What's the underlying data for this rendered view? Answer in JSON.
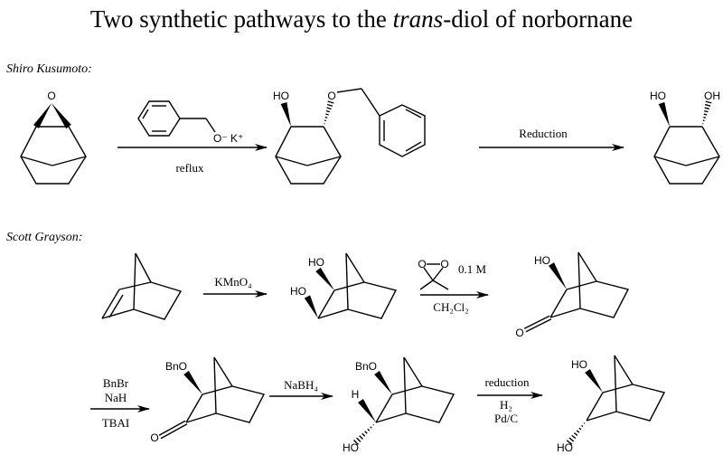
{
  "title": {
    "pre": "Two synthetic pathways to the ",
    "italic": "trans",
    "post": "-diol of norbornane"
  },
  "route1": {
    "author": "Shiro Kusumoto:",
    "reagent_counterion": "O⁻ K⁺",
    "step1_condition": "reflux",
    "step2_label": "Reduction",
    "product1_labels": {
      "oh": "HO",
      "o": "O"
    },
    "start_label": "O",
    "product2_labels": {
      "oh1": "HO",
      "oh2": "OH"
    }
  },
  "route2": {
    "author": "Scott Grayson:",
    "step1_reagent": "KMnO₄",
    "diol_labels": {
      "oh1": "HO",
      "oh2": "HO"
    },
    "step2_reagent_conc": "0.1 M",
    "step2_solvent": "CH₂Cl₂",
    "dioxirane_labels": {
      "o1": "O",
      "o2": "O"
    },
    "hydroxyketone_labels": {
      "oh": "HO",
      "o": "O"
    },
    "step3_reagents": [
      "BnBr",
      "NaH"
    ],
    "step3_catalyst": "TBAI",
    "benzylketone_labels": {
      "obn": "BnO",
      "o": "O"
    },
    "step4_reagent": "NaBH₄",
    "alcohol_labels": {
      "obn": "BnO",
      "h": "H",
      "oh": "HO"
    },
    "step5_label": "reduction",
    "step5_reagents": [
      "H₂",
      "Pd/C"
    ],
    "final_labels": {
      "oh1": "HO",
      "oh2": "HO"
    }
  }
}
